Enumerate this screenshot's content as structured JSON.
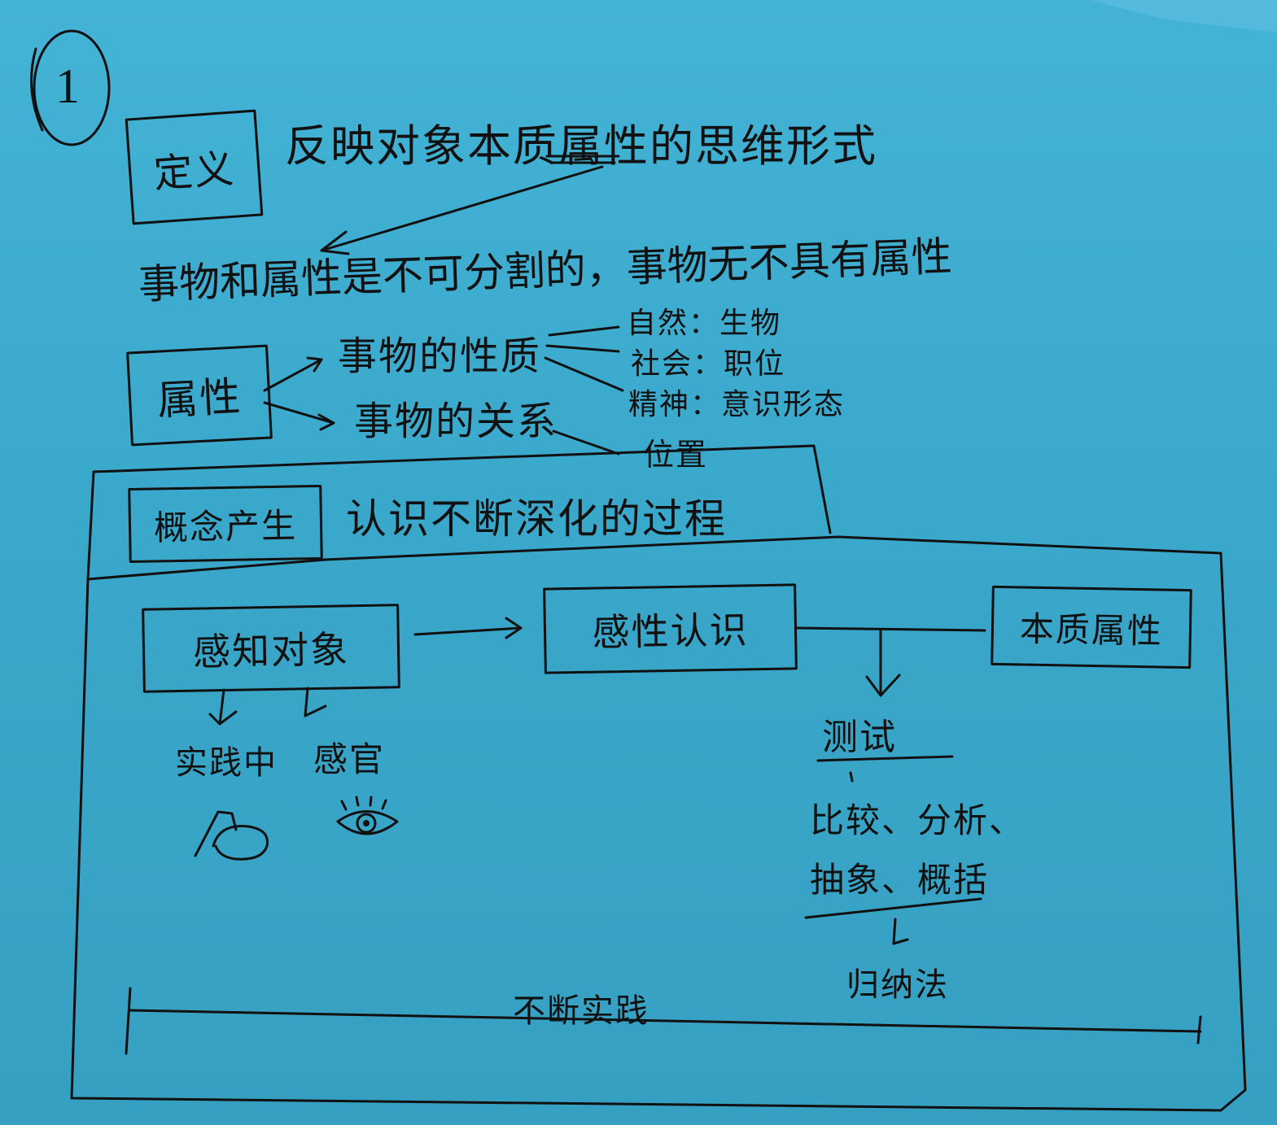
{
  "section_number": "1",
  "definition": {
    "label": "定义",
    "text": "反映对象本质属性的思维形式"
  },
  "relation_note": "事物和属性是不可分割的，事物无不具有属性",
  "attribute": {
    "label": "属性",
    "branch_nature": "事物的性质",
    "branch_relation": "事物的关系",
    "nature_items": [
      {
        "kind": "自然",
        "value": "生物"
      },
      {
        "kind": "社会",
        "value": "职位"
      },
      {
        "kind": "精神",
        "value": "意识形态"
      }
    ],
    "relation_item": "位置"
  },
  "origin": {
    "label": "概念产生",
    "text": "认识不断深化的过程"
  },
  "process": {
    "perceive": "感知对象",
    "perceive_sub1": "实践中",
    "perceive_sub2": "感官",
    "rational": "感性认识",
    "essence": "本质属性",
    "test": "测试",
    "methods_line1": "比较、分析、",
    "methods_line2": "抽象、概括",
    "induction": "归纳法",
    "practice": "不断实践"
  }
}
